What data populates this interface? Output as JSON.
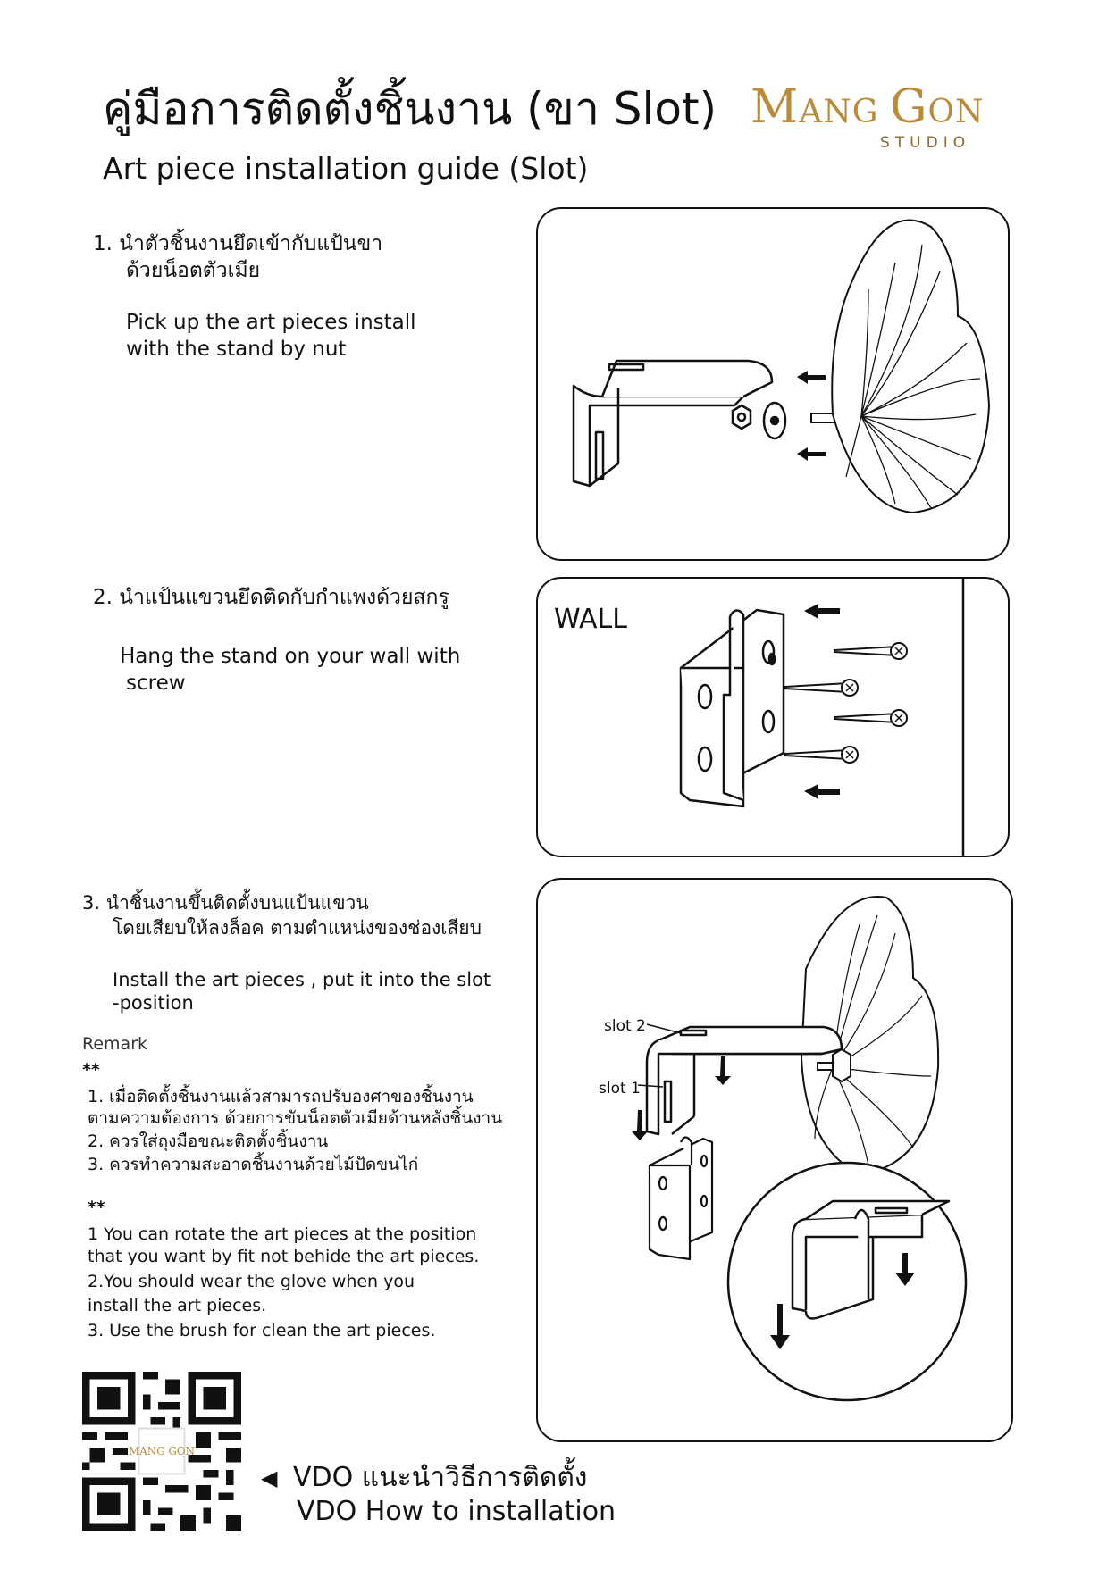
{
  "header": {
    "title_th": "คู่มือการติดตั้งชิ้นงาน (ขา Slot)",
    "title_en": "Art piece installation guide (Slot)"
  },
  "logo": {
    "brand_a": "M",
    "brand_b": "ANG ",
    "brand_c": "G",
    "brand_d": "ON",
    "sub": "STUDIO"
  },
  "steps": [
    {
      "th_line1": "1.  นำตัวชิ้นงานยึดเข้ากับแป้นขา",
      "th_line2": "ด้วยน็อตตัวเมีย",
      "en_line1": "Pick up the art pieces install",
      "en_line2": "with the stand by nut"
    },
    {
      "th_line1": "2.  นำแป้นแขวนยึดติดกับกำแพงด้วยสกรู",
      "en_line1": "Hang the stand on your wall with",
      "en_line2": "screw"
    },
    {
      "th_line1": "3.  นำชิ้นงานขึ้นติดตั้งบนแป้นแขวน",
      "th_line2": "โดยเสียบให้ลงล็อค ตามตำแหน่งของช่องเสียบ",
      "en_line1": "Install the art pieces , put it into the slot",
      "en_line2": "-position"
    }
  ],
  "panel2": {
    "wall_label": "WALL"
  },
  "panel3": {
    "slot2_label": "slot 2",
    "slot1_label": "slot 1"
  },
  "remark": {
    "heading": "Remark",
    "stars_th": "**",
    "th": [
      "1.  เมื่อติดตั้งชิ้นงานแล้วสามารถปรับองศาของชิ้นงาน",
      "     ตามความต้องการ ด้วยการขันน็อตตัวเมียด้านหลังชิ้นงาน",
      "2.  ควรใส่ถุงมือขณะติดตั้งชิ้นงาน",
      "3.  ควรทำความสะอาดชิ้นงานด้วยไม้ปัดขนไก่"
    ],
    "stars_en": "**",
    "en": [
      "1  You can rotate the art pieces at the position",
      "    that you want by fit not behide the art pieces.",
      "2.You should wear the glove when you",
      "   install the art pieces.",
      "3. Use the brush for clean the art pieces."
    ]
  },
  "footer": {
    "arrow": "◀",
    "vdo_th": "VDO แนะนำวิธีการติดตั้ง",
    "vdo_en": "VDO How to installation"
  },
  "colors": {
    "brand_gold": "#b98b3e",
    "ink": "#111111"
  }
}
